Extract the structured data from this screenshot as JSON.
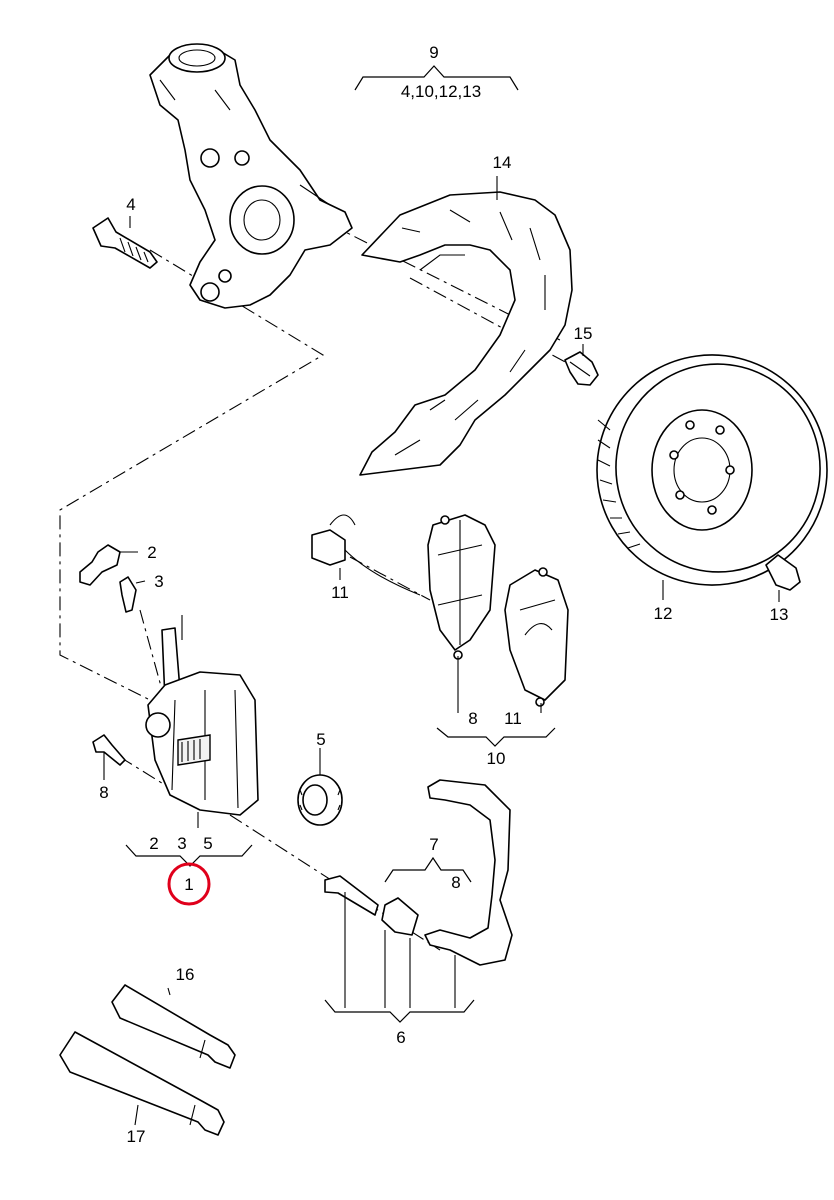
{
  "labels": {
    "group_9_title": "9",
    "group_9_members": "4,10,12,13",
    "part_14": "14",
    "part_4": "4",
    "part_15": "15",
    "part_2": "2",
    "part_3": "3",
    "part_11_sensor": "11",
    "part_12": "12",
    "part_13": "13",
    "group_10_member_8": "8",
    "group_10_member_11": "11",
    "group_10_title": "10",
    "part_5": "5",
    "part_8_bolt": "8",
    "group_1_member_2": "2",
    "group_1_member_3": "3",
    "group_1_member_5": "5",
    "group_1_title": "1",
    "group_7_title": "7",
    "group_7_member_8": "8",
    "group_6_title": "6",
    "part_16": "16",
    "part_17": "17"
  },
  "highlight": {
    "target_label": "1",
    "color": "#e0001b"
  }
}
